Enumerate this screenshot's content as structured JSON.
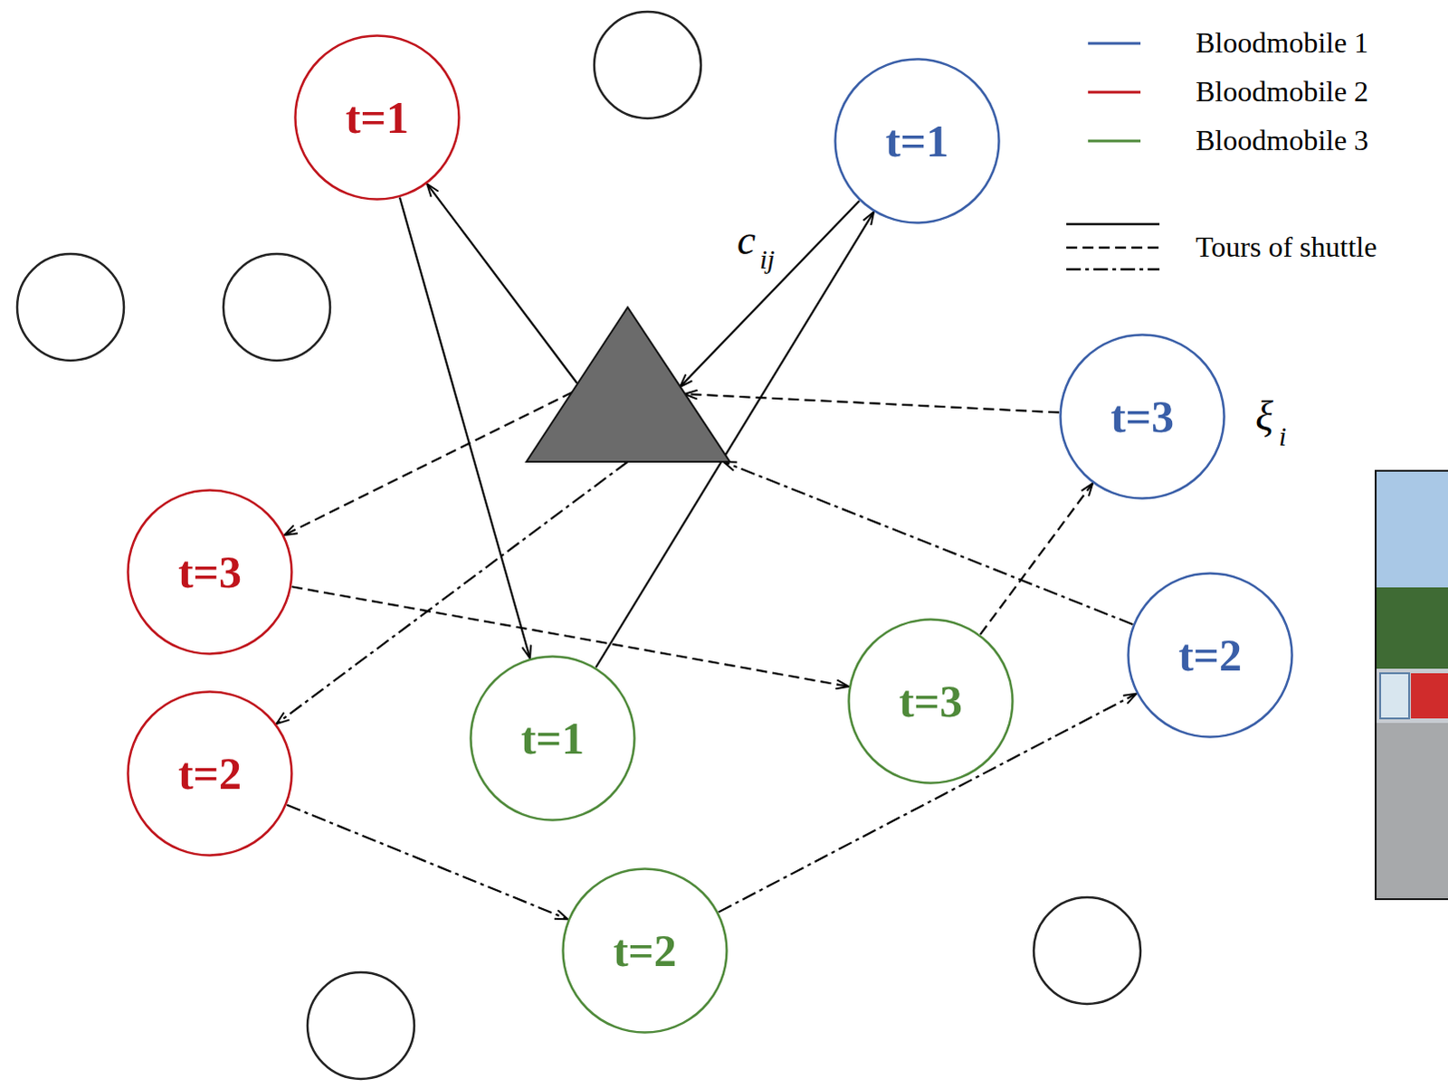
{
  "diagram": {
    "nodes": [
      {
        "text": [
          "t=1"
        ]
      },
      {
        "text": [
          "t=1"
        ]
      },
      {
        "text": []
      },
      {
        "text": [
          "t=3"
        ]
      },
      {
        "text": [
          "t=3"
        ]
      },
      {
        "text": [
          "t=3"
        ]
      },
      {
        "text": [
          "t=1"
        ]
      },
      {
        "text": [
          "t=2"
        ]
      },
      {
        "text": [
          "t=2"
        ]
      },
      {
        "text": [
          "t=2"
        ]
      }
    ],
    "edges": [
      {
        "from": 2,
        "to": 0,
        "arrow": "to"
      },
      {
        "from": 0,
        "to": 6,
        "arrow": "to"
      },
      {
        "from": 6,
        "to": 1,
        "arrow": "to"
      },
      {
        "from": 1,
        "to": 2,
        "arrow": "to"
      },
      {
        "from": 2,
        "to": 4,
        "arrow": "to"
      },
      {
        "from": 4,
        "to": 5,
        "arrow": "to"
      },
      {
        "from": 5,
        "to": 3,
        "arrow": "to"
      },
      {
        "from": 3,
        "to": 2,
        "arrow": "to"
      },
      {
        "from": 2,
        "to": 8,
        "arrow": "to"
      },
      {
        "from": 8,
        "to": 9,
        "arrow": "to"
      },
      {
        "from": 9,
        "to": 7,
        "arrow": "to"
      },
      {
        "from": 7,
        "to": 2,
        "arrow": "to"
      }
    ],
    "labels": [
      "c",
      "ij",
      "ξ",
      "i"
    ],
    "legend": [
      {
        "text": "Bloodmobile 1",
        "color": "#3a5fa8"
      },
      {
        "text": "Bloodmobile 2",
        "color": "#c0141c"
      },
      {
        "text": "Bloodmobile 3",
        "color": "#4f8a3a"
      },
      {
        "text": "Tours of shuttle"
      }
    ]
  }
}
